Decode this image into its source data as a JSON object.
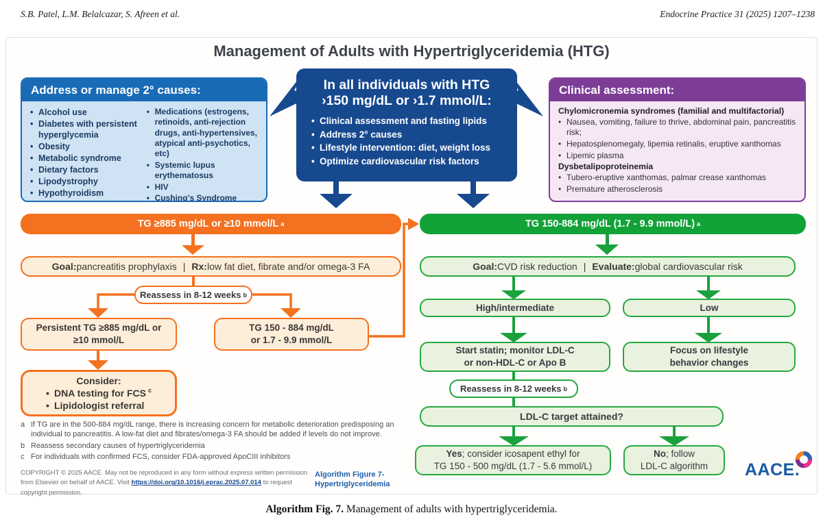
{
  "page": {
    "authors": "S.B. Patel, L.M. Belalcazar, S. Afreen et al.",
    "journal": "Endocrine Practice 31 (2025) 1207–1238",
    "caption_label": "Algorithm Fig. 7.",
    "caption_text": " Management of adults with hypertriglyceridemia."
  },
  "figure": {
    "title": "Management of Adults with Hypertriglyceridemia (HTG)",
    "secondary_causes": {
      "header": "Address or manage 2° causes:",
      "col1": [
        "Alcohol use",
        "Diabetes with persistent hyperglycemia",
        "Obesity",
        "Metabolic syndrome",
        "Dietary factors",
        "Lipodystrophy",
        "Hypothyroidism"
      ],
      "col2": [
        "Medications (estrogens, retinoids, anti-rejection drugs, anti-hypertensives, atypical anti-psychotics, etc)",
        "Systemic lupus erythematosus",
        "HIV",
        "Cushing’s Syndrome"
      ]
    },
    "central": {
      "heading_line1": "In all individuals with HTG",
      "heading_line2": "›150 mg/dL or ›1.7 mmol/L:",
      "bullets": [
        "Clinical assessment and fasting lipids",
        "Address 2° causes",
        "Lifestyle intervention: diet, weight loss",
        "Optimize cardiovascular risk factors"
      ]
    },
    "clinical_assessment": {
      "header": "Clinical assessment:",
      "subhead1": "Chylomicronemia syndromes (familial and multifactorial)",
      "bullets1": [
        "Nausea, vomiting, failure to thrive, abdominal pain, pancreatitis risk;",
        "Hepatosplenomegaly, lipemia retinalis, eruptive xanthomas",
        "Lipemic plasma"
      ],
      "subhead2": "Dysbetalipoproteinemia",
      "bullets2": [
        "Tubero-eruptive xanthomas, palmar crease xanthomas",
        "Premature atherosclerosis"
      ]
    },
    "severe_branch": {
      "bar": "TG ≥885 mg/dL or ≥10 mmol/L",
      "bar_sup": "a",
      "goal_label": "Goal:",
      "goal_text": " pancreatitis prophylaxis",
      "divider": "|",
      "rx_label": "Rx:",
      "rx_text": " low fat diet, fibrate and/or omega-3 FA",
      "reassess": "Reassess in 8-12 weeks",
      "reassess_sup": "b",
      "persistent_line1": "Persistent TG ≥885 mg/dL or",
      "persistent_line2": "≥10 mmol/L",
      "range_line1": "TG 150 - 884 mg/dL",
      "range_line2": "or 1.7 - 9.9 mmol/L",
      "consider_title": "Consider:",
      "consider_item1": "DNA testing for FCS",
      "consider_item1_sup": "c",
      "consider_item2": "Lipidologist referral"
    },
    "moderate_branch": {
      "bar": "TG 150-884 mg/dL (1.7 - 9.9 mmol/L)",
      "bar_sup": "a",
      "goal_label": "Goal:",
      "goal_text": " CVD risk reduction",
      "divider": "|",
      "evaluate_label": "Evaluate:",
      "evaluate_text": " global cardiovascular risk",
      "risk_high": "High/intermediate",
      "risk_low": "Low",
      "statin_line1": "Start statin; monitor LDL-C",
      "statin_line2": "or non-HDL-C or Apo B",
      "lifestyle_line1": "Focus on lifestyle",
      "lifestyle_line2": "behavior changes",
      "reassess": "Reassess in 8-12 weeks",
      "reassess_sup": "b",
      "ldl_question": "LDL-C target attained?",
      "yes_label": "Yes",
      "yes_rest": "; consider icosapent ethyl for",
      "yes_line2": "TG 150 - 500 mg/dL (1.7 - 5.6 mmol/L)",
      "no_label": "No",
      "no_rest": "; follow",
      "no_line2": "LDL-C algorithm"
    },
    "footnotes": [
      {
        "marker": "a",
        "text": "If TG are in the 500-884 mg/dL range, there is increasing concern for metabolic deterioration predisposing an individual to pancreatitis. A low-fat diet and fibrates/omega-3 FA should be added if levels do not improve."
      },
      {
        "marker": "b",
        "text": "Reassess secondary causes of hypertriglyceridemia"
      },
      {
        "marker": "c",
        "text": "For individuals with confirmed FCS, consider FDA-approved ApoCIII inhibitors"
      }
    ],
    "copyright": {
      "pre": "COPYRIGHT © 2025 AACE. May not be reproduced in any form without express written permission from Elsevier on behalf of AACE. Visit ",
      "link": "https://doi.org/10.1016/j.eprac.2025.07.014",
      "post": " to request copyright permission."
    },
    "figure_label_line1": "Algorithm Figure 7-",
    "figure_label_line2": "Hypertriglyceridemia",
    "logo_text": "AACE."
  },
  "colors": {
    "navy": "#17498f",
    "blue": "#1a6bb5",
    "light_blue": "#cfe3f4",
    "purple": "#7d3d97",
    "light_purple": "#f6e7f5",
    "orange": "#f4711f",
    "peach": "#fdeeda",
    "green": "#12a238",
    "light_green": "#e9f2de",
    "logo_blue": "#1a5aa5"
  }
}
